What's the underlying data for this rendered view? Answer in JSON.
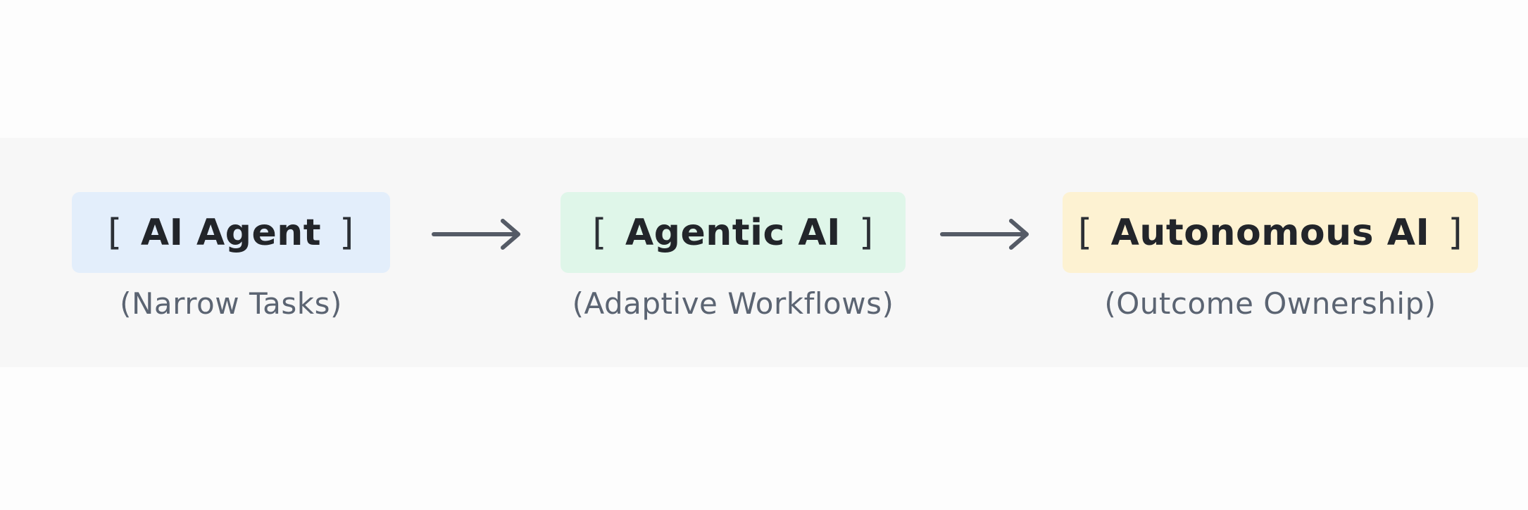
{
  "stages": [
    {
      "label": "AI Agent",
      "caption": "(Narrow Tasks)",
      "color": "#e3eefb"
    },
    {
      "label": "Agentic AI",
      "caption": "(Adaptive Workflows)",
      "color": "#dff6e9"
    },
    {
      "label": "Autonomous AI",
      "caption": "(Outcome Ownership)",
      "color": "#fdf2d2"
    }
  ],
  "brackets": {
    "open": "[",
    "close": "]"
  },
  "arrow_color": "#555b66"
}
